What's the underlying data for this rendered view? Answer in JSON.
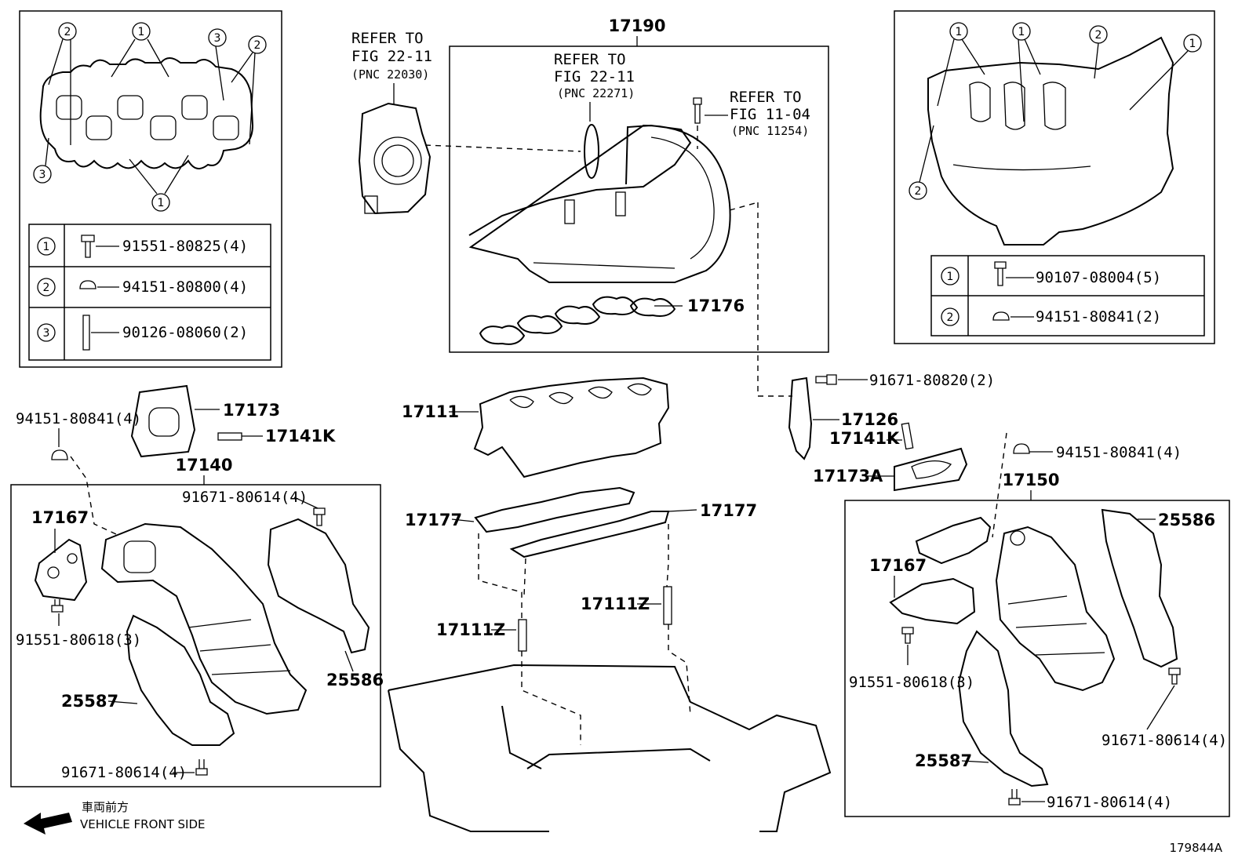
{
  "diagram_id": "179844A",
  "vehicle_front": {
    "jp": "車両前方",
    "en": "VEHICLE FRONT SIDE"
  },
  "refs": {
    "throttle": {
      "line1": "REFER TO",
      "line2": "FIG 22-11",
      "pnc": "(PNC 22030)"
    },
    "oring": {
      "line1": "REFER TO",
      "line2": "FIG 22-11",
      "pnc": "(PNC 22271)"
    },
    "bolt": {
      "line1": "REFER TO",
      "line2": "FIG 11-04",
      "pnc": "(PNC 11254)"
    }
  },
  "left_table": {
    "rows": [
      {
        "num": "1",
        "part": "91551-80825(4)"
      },
      {
        "num": "2",
        "part": "94151-80800(4)"
      },
      {
        "num": "3",
        "part": "90126-08060(2)"
      }
    ],
    "callouts": [
      "2",
      "1",
      "3",
      "2",
      "3",
      "1"
    ]
  },
  "right_table": {
    "rows": [
      {
        "num": "1",
        "part": "90107-08004(5)"
      },
      {
        "num": "2",
        "part": "94151-80841(2)"
      }
    ],
    "callouts": [
      "1",
      "1",
      "2",
      "1",
      "2"
    ]
  },
  "labels": {
    "p17190": "17190",
    "p17176": "17176",
    "p17111": "17111",
    "p17173": "17173",
    "p17141k_l": "17141K",
    "p94151_l": "94151-80841(4)",
    "p17140": "17140",
    "p91671_l1": "91671-80614(4)",
    "p17167_l": "17167",
    "p91551_l": "91551-80618(3)",
    "p25586_l": "25586",
    "p25587_l": "25587",
    "p91671_l2": "91671-80614(4)",
    "p17177_a": "17177",
    "p17177_b": "17177",
    "p17111z_a": "17111Z",
    "p17111z_b": "17111Z",
    "p91671_80820": "91671-80820(2)",
    "p17126": "17126",
    "p17141k_r": "17141K",
    "p17173a": "17173A",
    "p94151_r": "94151-80841(4)",
    "p17150": "17150",
    "p25586_r": "25586",
    "p17167_r": "17167",
    "p91551_r": "91551-80618(3)",
    "p91671_r1": "91671-80614(4)",
    "p25587_r": "25587",
    "p91671_r2": "91671-80614(4)"
  }
}
